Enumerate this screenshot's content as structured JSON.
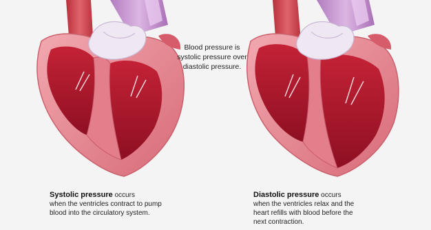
{
  "center_note": {
    "line1": "Blood pressure is",
    "line2": "systolic pressure over",
    "line3": "diastolic pressure."
  },
  "systolic": {
    "term": "Systolic pressure",
    "rest1": " occurs",
    "line2": "when the ventricles contract to pump",
    "line3": "blood into the circulatory system."
  },
  "diastolic": {
    "term": "Diastolic pressure",
    "rest1": " occurs",
    "line2": "when the ventricles relax and the",
    "line3": "heart refills with blood before the",
    "line4": "next contraction."
  },
  "colors": {
    "background": "#f4f4f4",
    "myocardium_outer": "#e58a93",
    "myocardium_inner": "#d2495b",
    "chamber": "#b3182c",
    "aorta_red": "#c73a45",
    "vessel_purple": "#c79ad1",
    "valve_white": "#ece4f0"
  }
}
